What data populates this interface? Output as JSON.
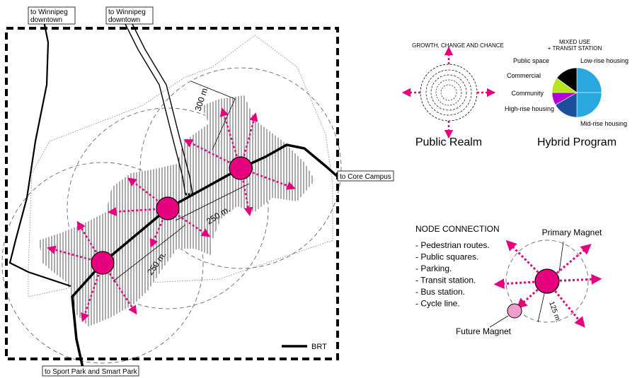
{
  "map": {
    "label_top_left": [
      "to Winnipeg",
      "downtown"
    ],
    "label_top_right": [
      "to Winnipeg",
      "downtown"
    ],
    "label_core_campus": "to Core Campus",
    "label_sport_park": "to Sport Park and Smart Park",
    "dim_300": "300 m.",
    "dim_250_a": "250 m.",
    "dim_250_b": "250 m.",
    "legend_brt": "BRT"
  },
  "public_realm": {
    "heading": "GROWTH, CHANGE AND CHANCE",
    "title": "Public Realm"
  },
  "hybrid_program": {
    "heading": [
      "MIXED USE",
      "+ TRANSIT STATION"
    ],
    "title": "Hybrid Program",
    "slices": [
      {
        "label": "Low-rise housing",
        "value": 25,
        "color": "#29a8e0"
      },
      {
        "label": "Mid-rise housing",
        "value": 25,
        "color": "#29a8e0"
      },
      {
        "label": "High-rise housing",
        "value": 16.7,
        "color": "#1b4f9c"
      },
      {
        "label": "Community",
        "value": 8.3,
        "color": "#b300d9"
      },
      {
        "label": "Commercial",
        "value": 10,
        "color": "#b5e61d"
      },
      {
        "label": "Public space",
        "value": 15,
        "color": "#000000"
      }
    ]
  },
  "node_connection": {
    "heading": "NODE CONNECTION",
    "items": [
      "- Pedestrian routes.",
      "- Public squares.",
      "- Parking.",
      "- Transit station.",
      "- Bus station.",
      "- Cycle line."
    ],
    "primary_label": "Primary Magnet",
    "future_label": "Future Magnet",
    "dim_125": "125 m."
  },
  "colors": {
    "magenta": "#e6007e",
    "future_pink": "#f29bcf",
    "line": "#000000"
  }
}
